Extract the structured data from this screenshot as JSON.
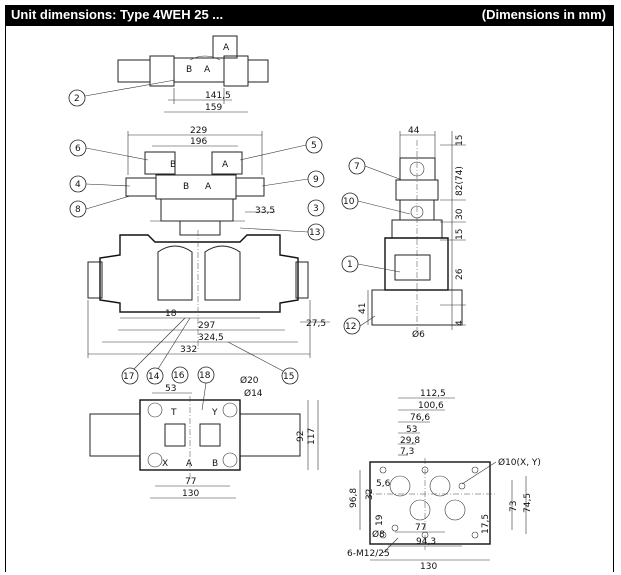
{
  "header": {
    "title": "Unit dimensions: Type 4WEH 25 ...",
    "units": "(Dimensions in mm)"
  },
  "top_view": {
    "dims": [
      "141,5",
      "159"
    ],
    "letters": [
      "B",
      "A",
      "A"
    ],
    "callout": "2"
  },
  "front_view": {
    "dims_top": [
      "229",
      "196"
    ],
    "dims_bottom": [
      "18",
      "297",
      "324,5",
      "332",
      "27,5"
    ],
    "dim_side": "33,5",
    "letters": [
      "B",
      "A",
      "B",
      "A"
    ],
    "callouts": [
      "6",
      "5",
      "4",
      "9",
      "8",
      "3",
      "13",
      "17",
      "14",
      "15"
    ]
  },
  "side_view": {
    "dims": [
      "44",
      "15",
      "82(74)",
      "30",
      "15",
      "26",
      "4",
      "41",
      "Ø6"
    ],
    "callouts": [
      "7",
      "10",
      "1",
      "12"
    ]
  },
  "plan_view": {
    "dims": [
      "53",
      "Ø20",
      "Ø14",
      "92",
      "117",
      "77",
      "130"
    ],
    "letters": [
      "T",
      "Y",
      "X",
      "A",
      "B"
    ],
    "callouts": [
      "16",
      "18"
    ]
  },
  "port_pattern": {
    "dims_horizontal": [
      "112,5",
      "100,6",
      "76,6",
      "53",
      "29,8",
      "7,3",
      "77",
      "94,3",
      "130"
    ],
    "dims_vertical": [
      "96,8",
      "32",
      "5,6",
      "19",
      "73",
      "74,5",
      "17,5"
    ],
    "labels": [
      "Ø10(X, Y)",
      "Ø8",
      "6-M12/25"
    ]
  }
}
